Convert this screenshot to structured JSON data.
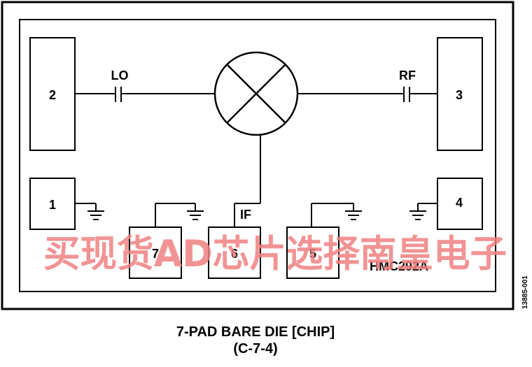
{
  "pads": {
    "pad1": "1",
    "pad2": "2",
    "pad3": "3",
    "pad4": "4",
    "pad5": "5",
    "pad6": "6",
    "pad7": "7"
  },
  "signals": {
    "lo": "LO",
    "rf": "RF",
    "if": "IF"
  },
  "part_number": "HMC292A",
  "watermark": "买现货AD芯片选择南皇电子",
  "figure_id": "13885-001",
  "caption": {
    "line1": "7-PAD BARE DIE [CHIP]",
    "line2": "(C-7-4)"
  },
  "colors": {
    "line": "#000000",
    "watermark": "#f08080"
  }
}
